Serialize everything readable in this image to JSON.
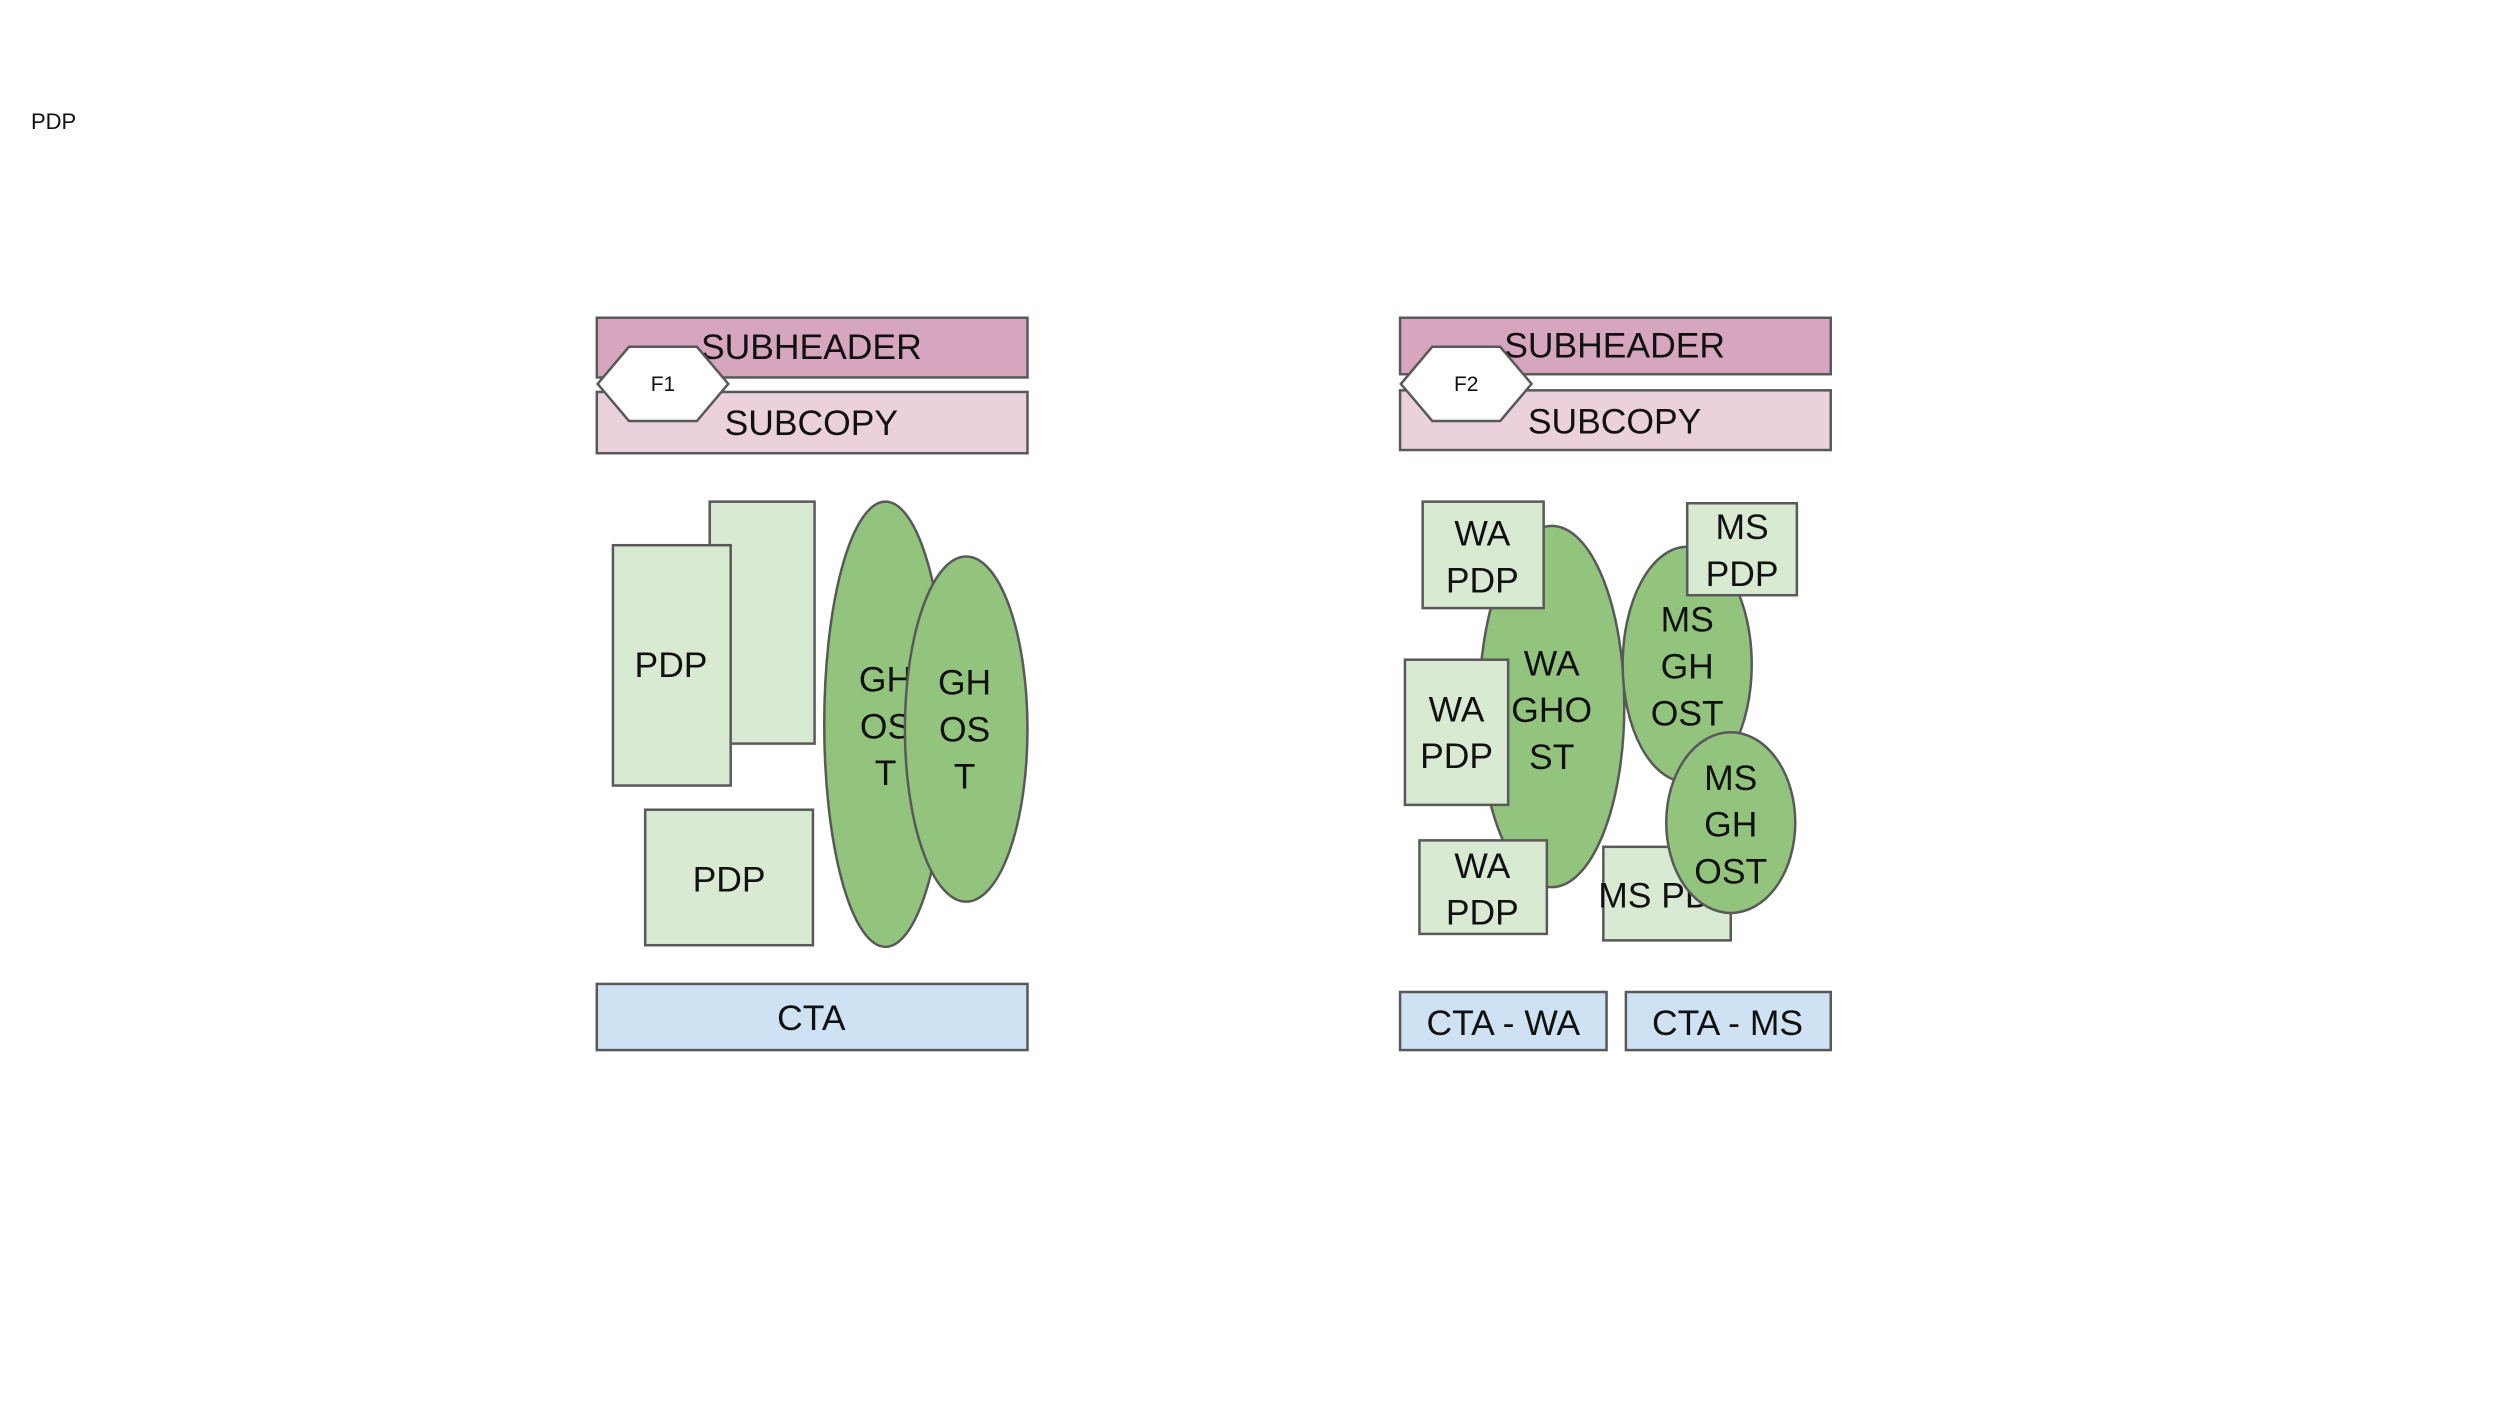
{
  "page_label": "PDP",
  "colors": {
    "subheader": "#d5a6bd",
    "subcopy": "#ead1dc",
    "pdp_box": "#d9ead3",
    "ghost": "#93c47d",
    "cta": "#cfe2f3",
    "badge": "#ffffff",
    "stroke": "#595959"
  },
  "frame1": {
    "badge": "F1",
    "subheader": "SUBHEADER",
    "subcopy": "SUBCOPY",
    "pdp_back": "",
    "pdp_front": "PDP",
    "pdp_bottom": "PDP",
    "ghost_left": [
      "GH",
      "OS",
      "T"
    ],
    "ghost_right": [
      "GH",
      "OS",
      "T"
    ],
    "cta": "CTA"
  },
  "frame2": {
    "badge": "F2",
    "subheader": "SUBHEADER",
    "subcopy": "SUBCOPY",
    "wa_ghost": [
      "WA",
      "GHO",
      "ST"
    ],
    "wa_pdp_top": [
      "WA",
      "PDP"
    ],
    "wa_pdp_mid": [
      "WA",
      "PDP"
    ],
    "wa_pdp_bottom": [
      "WA",
      "PDP"
    ],
    "ms_ghost_top": [
      "MS",
      "GH",
      "OST"
    ],
    "ms_pdp_top": [
      "MS",
      "PDP"
    ],
    "ms_pdp_bottom": "MS PDP",
    "ms_ghost_bottom": [
      "MS",
      "GH",
      "OST"
    ],
    "cta_wa": "CTA - WA",
    "cta_ms": "CTA - MS"
  }
}
